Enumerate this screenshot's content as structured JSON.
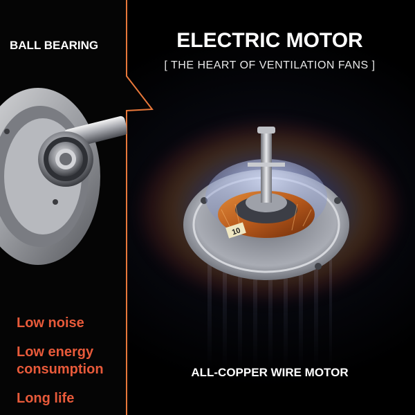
{
  "title": "ELECTRIC MOTOR",
  "subtitle": "[ THE HEART OF VENTILATION FANS ]",
  "callout": {
    "label": "BALL BEARING"
  },
  "motor": {
    "label": "ALL-COPPER WIRE MOTOR",
    "coil_mark": "10"
  },
  "features": [
    {
      "lines": [
        "Low noise"
      ]
    },
    {
      "lines": [
        "Low energy",
        "consumption"
      ]
    },
    {
      "lines": [
        "Long life"
      ]
    }
  ],
  "colors": {
    "background": "#000000",
    "accent": "#e85a3a",
    "callout_outline": "#e8783a",
    "copper": "#b85a1c",
    "text": "#ffffff"
  },
  "icons": {
    "bearing": "ball-bearing-illustration",
    "motor": "electric-motor-illustration"
  }
}
